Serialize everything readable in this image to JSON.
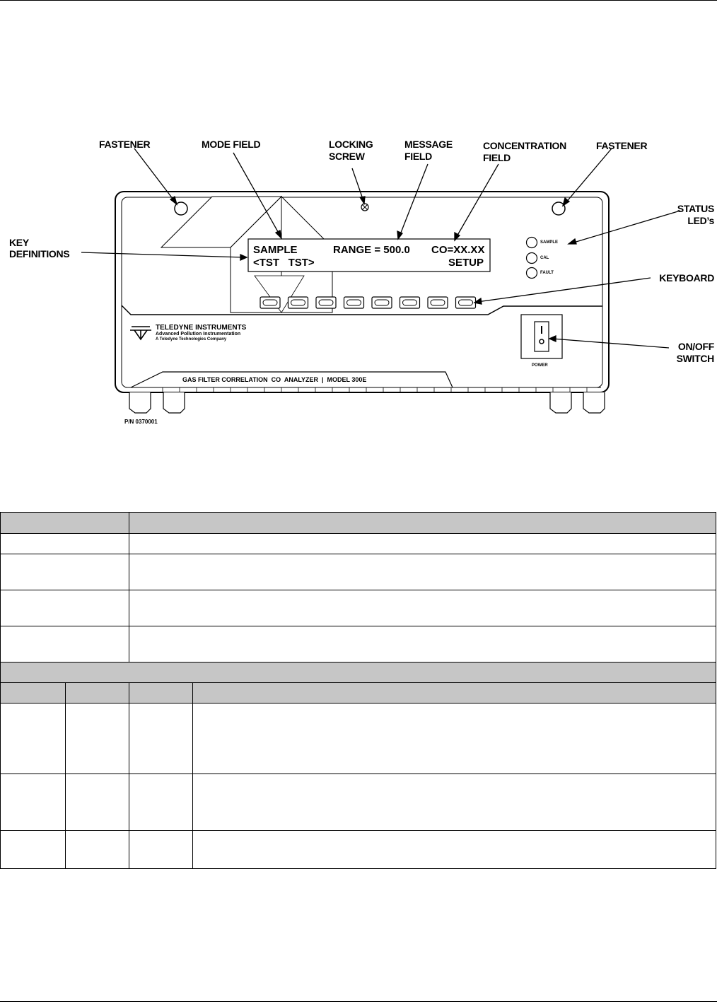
{
  "figure": {
    "callouts": {
      "fastener_left": "FASTENER",
      "mode_field": "MODE FIELD",
      "locking_screw_1": "LOCKING",
      "locking_screw_2": "SCREW",
      "message_field_1": "MESSAGE",
      "message_field_2": "FIELD",
      "concentration_field_1": "CONCENTRATION",
      "concentration_field_2": "FIELD",
      "fastener_right": "FASTENER",
      "status_leds_1": "STATUS",
      "status_leds_2": "LED’s",
      "key_definitions_1": "KEY",
      "key_definitions_2": "DEFINITIONS",
      "keyboard": "KEYBOARD",
      "on_off_switch_1": "ON/OFF",
      "on_off_switch_2": "SWITCH"
    },
    "display": {
      "mode": "SAMPLE",
      "message": "RANGE = 500.0",
      "concentration": "CO=XX.XX",
      "key_left": "<TST   TST>",
      "key_right": "SETUP"
    },
    "leds": [
      "SAMPLE",
      "CAL",
      "FAULT"
    ],
    "brand": {
      "name": "TELEDYNE INSTRUMENTS",
      "tagline": "Advanced Pollution Instrumentation",
      "sub": "A Teledyne Technologies Company"
    },
    "power_label": "POWER",
    "model_label": "GAS FILTER CORRELATION  CO  ANALYZER  |  MODEL 300E",
    "part_number": "P/N 0370001"
  }
}
